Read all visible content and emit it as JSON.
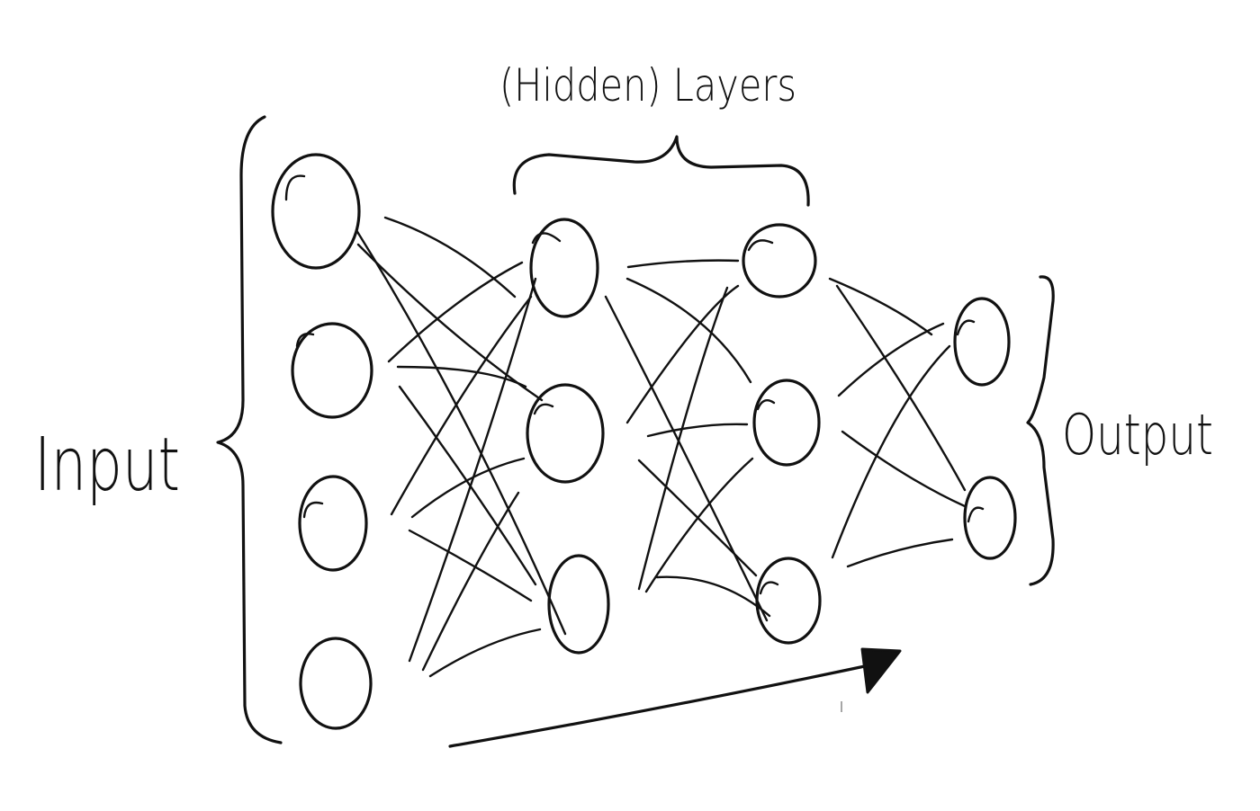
{
  "labels": {
    "input": "Input",
    "hidden_layers": "(Hidden) Layers",
    "output": "Output"
  },
  "network": {
    "layers": [
      {
        "name": "input",
        "nodes": 4
      },
      {
        "name": "hidden-1",
        "nodes": 3
      },
      {
        "name": "hidden-2",
        "nodes": 3
      },
      {
        "name": "output",
        "nodes": 2
      }
    ]
  },
  "colors": {
    "ink": "#111111",
    "background": "#ffffff"
  }
}
